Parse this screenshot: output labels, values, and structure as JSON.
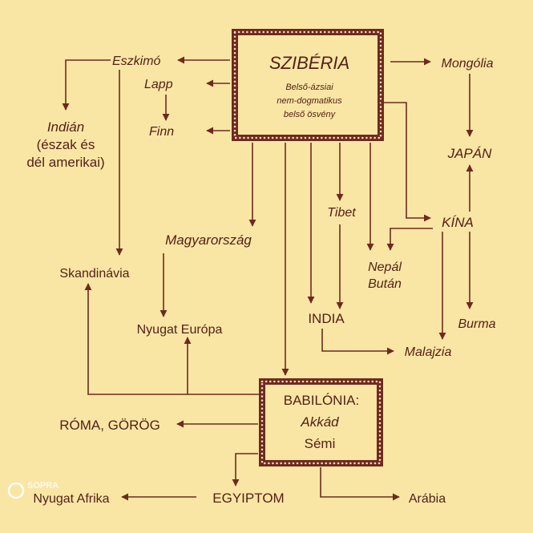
{
  "colors": {
    "background": "#f9e6a5",
    "ink": "#552016",
    "line": "#6e2a1c",
    "box_border": "#6e2a1c",
    "dots": "#f3d9c8"
  },
  "nodes": {
    "sziberia": {
      "title": "SZIBÉRIA",
      "sub1": "Belső-ázsiai",
      "sub2": "nem-dogmatikus",
      "sub3": "belső ösvény"
    },
    "babilonia": {
      "line1": "BABILÓNIA:",
      "line2": "Akkád",
      "line3": "Sémi"
    },
    "eszkimo": "Eszkimó",
    "lapp": "Lapp",
    "finn": "Finn",
    "indian": {
      "line1": "Indián",
      "line2": "(észak és",
      "line3": "dél amerikai)"
    },
    "skandinavia": "Skandinávia",
    "magyarorszag": "Magyarország",
    "nyugat_europa": "Nyugat Európa",
    "mongolia": "Mongólia",
    "japan": "JAPÁN",
    "kina": "KÍNA",
    "tibet": "Tibet",
    "nepal": {
      "line1": "Nepál",
      "line2": "Bután"
    },
    "india": "INDIA",
    "burma": "Burma",
    "malajzia": "Malajzia",
    "roma": "RÓMA, GÖRÖG",
    "egyiptom": "EGYIPTOM",
    "nyugat_afrika": "Nyugat Afrika",
    "arabia": "Arábia"
  },
  "watermark": "SOPRA"
}
